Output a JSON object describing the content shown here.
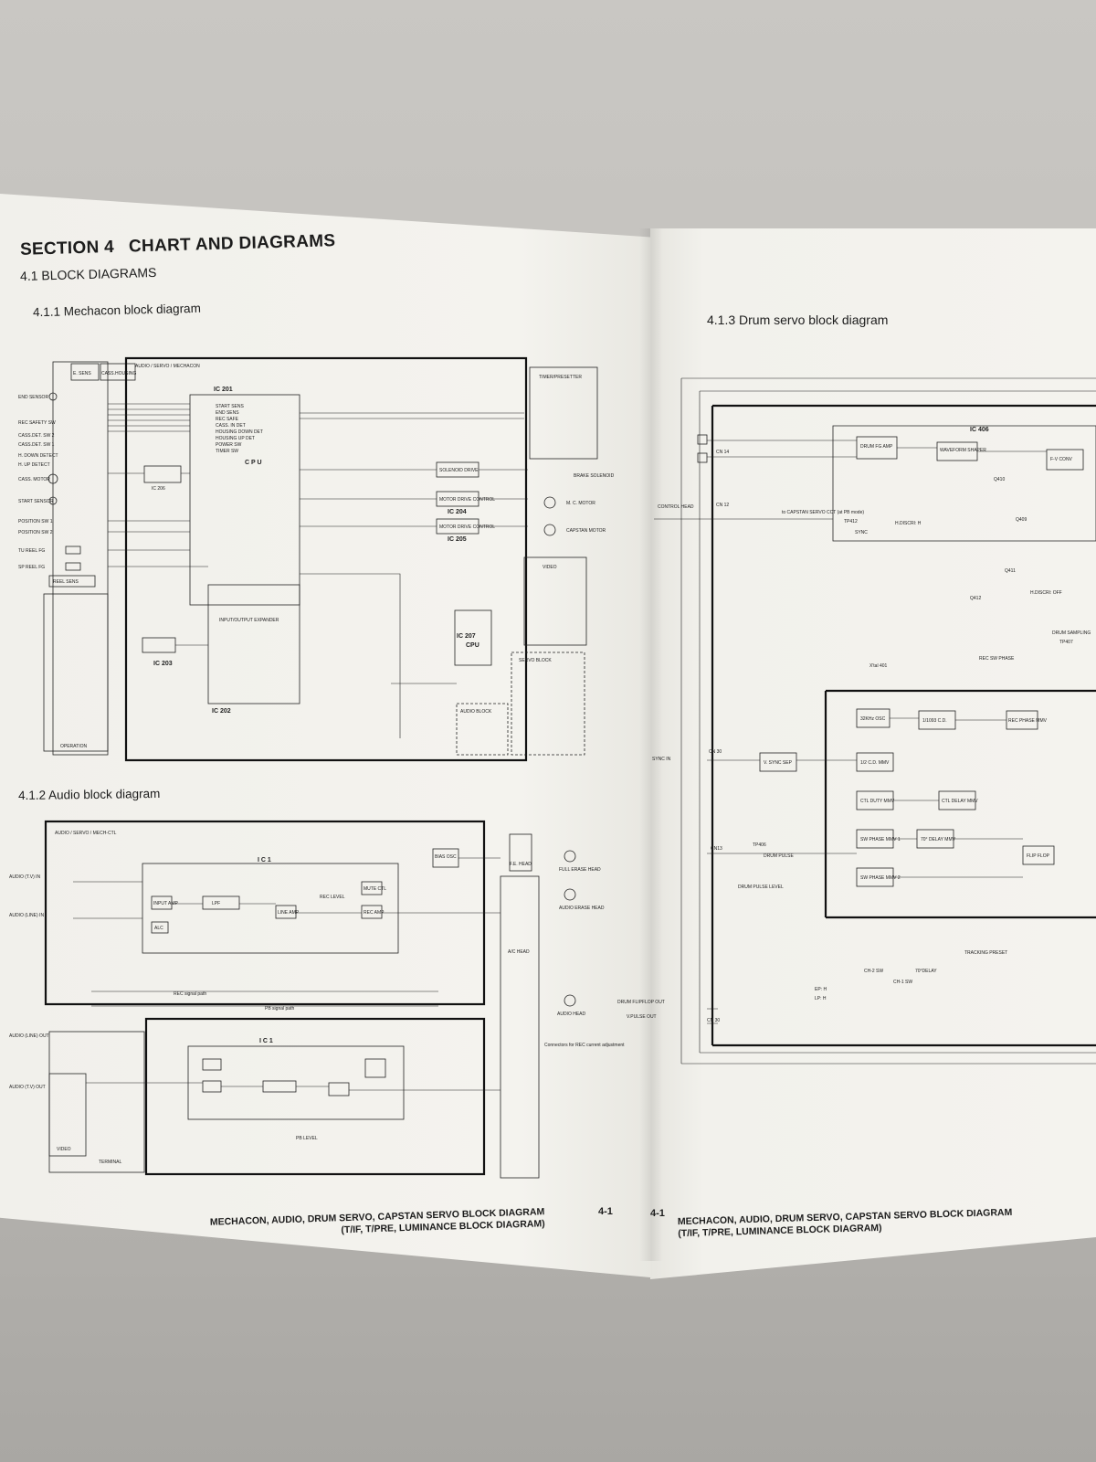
{
  "document": {
    "section_number": "SECTION 4",
    "section_title": "CHART AND DIAGRAMS",
    "subsection": "4.1  BLOCK DIAGRAMS",
    "diagrams": {
      "mechacon": "4.1.1  Mechacon block diagram",
      "audio": "4.1.2  Audio block diagram",
      "drum_servo": "4.1.3  Drum servo block diagram"
    },
    "footer": {
      "line1": "MECHACON, AUDIO, DRUM SERVO, CAPSTAN SERVO BLOCK DIAGRAM",
      "line2": "(T/IF, T/PRE, LUMINANCE BLOCK DIAGRAM)",
      "page_left": "4-1",
      "page_right": "4-1"
    }
  },
  "mechacon_diagram": {
    "frame_label": "AUDIO / SERVO / MECHACON",
    "ic201": "IC 201",
    "cpu": "C P U",
    "ic202": "IC 202",
    "expander": "INPUT/OUTPUT EXPANDER",
    "ic203": "IC 203",
    "ic204": "IC 204",
    "ic205": "IC 205",
    "ic206": "IC 206",
    "ic207": "IC 207",
    "ic207_cpu": "CPU",
    "timer": "TIMER/PRESETTER",
    "video": "VIDEO",
    "servo_block": "SERVO BLOCK",
    "audio_block": "AUDIO BLOCK",
    "solenoid": "SOLENOID DRIVE",
    "motor_drive": "MOTOR DRIVE CONTROL",
    "brake": "BRAKE SOLENOID",
    "mc_motor": "M. C. MOTOR",
    "capstan_motor": "CAPSTAN MOTOR",
    "operation": "OPERATION",
    "reel_sens": "REEL SENS",
    "e_sens": "E. SENS",
    "cass_housing": "CASS.HOUSING",
    "inputs": [
      "END SENSOR",
      "REC SAFETY SW",
      "CASS.DET. SW 2",
      "CASS.DET. SW 1",
      "H. DOWN DETECT",
      "H. UP DETECT",
      "CASS. MOTOR",
      "START SENSOR",
      "POSITION SW 1",
      "POSITION SW 2",
      "TU REEL FG",
      "SP REEL FG"
    ],
    "cpu_pins": [
      "START SENS",
      "END SENS",
      "REC SAFE",
      "CASS. IN DET",
      "HOUSING DOWN DET",
      "HOUSING UP DET",
      "POWER SW",
      "TIMER SW"
    ]
  },
  "audio_diagram": {
    "frame_label": "AUDIO / SERVO / MECH-CTL",
    "ic1": "I C 1",
    "ic1_b": "I C 1",
    "rec_level": "REC LEVEL",
    "mute_ctl": "MUTE CTL",
    "rec_amp": "REC AMP",
    "line_amp": "LINE AMP",
    "alc": "ALC",
    "input_amp": "INPUT AMP",
    "lpf": "LPF",
    "bias_osc": "BIAS OSC",
    "fe_head": "F.E. HEAD",
    "full_erase": "FULL ERASE HEAD",
    "audio_erase": "AUDIO ERASE HEAD",
    "ac_head": "A/C HEAD",
    "audio_head": "AUDIO HEAD",
    "rec_path": "REC signal path",
    "pb_path": "PB signal path",
    "video_label": "VIDEO",
    "terminal": "TERMINAL",
    "connectors_note": "Connectors for REC current adjustment",
    "pb_level": "PB LEVEL",
    "audio_in_1": "AUDIO (T.V) IN",
    "audio_in_2": "AUDIO (LINE) IN",
    "audio_out_1": "AUDIO (LINE) OUT",
    "audio_out_2": "AUDIO (T.V) OUT"
  },
  "drum_diagram": {
    "ic406": "IC 406",
    "drum_fg_amp": "DRUM FG AMP",
    "waveform_shaper": "WAVEFORM SHAPER",
    "fv_conv": "F-V CONV",
    "control_head": "CONTROL HEAD",
    "to_capstan": "to CAPSTAN SERVO CCT (at PB mode)",
    "tp412": "TP412",
    "sync": "SYNC",
    "h_discri_h": "H.DISCRI: H",
    "h_discri_off": "H.DISCRI: OFF",
    "sync_in": "SYNC IN",
    "v_sync_sep": "V. SYNC SEP",
    "osc_32khz": "32KHz OSC",
    "cd_1093": "1/1093 C.D.",
    "half_cd": "1/2 C.D. MMV",
    "ctl_duty": "CTL DUTY MMV",
    "ctl_delay": "CTL DELAY MMV",
    "sw_phase_1": "SW PHASE MMV 1",
    "sw_phase_2": "SW PHASE MMV 2",
    "delay_70": "70° DELAY MMV",
    "flip_flop": "FLIP FLOP",
    "rec_phase": "REC PHASE MMV",
    "tp406": "TP406",
    "drum_pulse": "DRUM PULSE",
    "drum_pulse_level": "DRUM PULSE LEVEL",
    "drum_sampling": "DRUM SAMPLING",
    "tp407": "TP407",
    "rec_sw_phase": "REC SW PHASE",
    "xtal": "X'tal 401",
    "ch2_sw": "CH-2 SW",
    "ch1_sw": "CH-1 SW",
    "delay_70_label": "70°DELAY",
    "tracking_preset": "TRACKING PRESET",
    "drum_ff_out": "DRUM FLIPFLOP OUT",
    "v_pulse_out": "V.PULSE OUT",
    "cn14": "CN 14",
    "cn12": "CN 12",
    "cn30": "CN 30",
    "cn13": "CN13",
    "cn30_b": "CN 30",
    "ep_h": "EP: H",
    "lp_h": "LP: H",
    "q410": "Q410",
    "q409": "Q409",
    "q411": "Q411",
    "q412": "Q412"
  }
}
